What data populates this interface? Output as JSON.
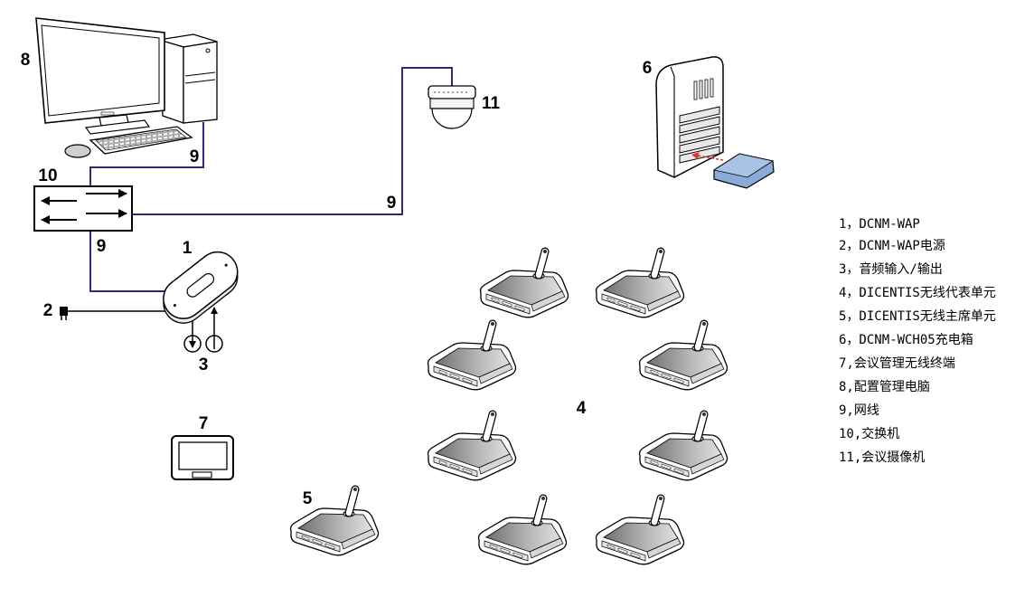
{
  "callouts": {
    "wap": "1",
    "wap_power": "2",
    "audio_io": "3",
    "delegate_units": "4",
    "chairman_unit": "5",
    "charger": "6",
    "tablet": "7",
    "pc": "8",
    "switch": "10",
    "camera": "11"
  },
  "cable_labels": [
    "9",
    "9",
    "9"
  ],
  "legend": [
    "1，DCNM-WAP",
    "2，DCNM-WAP电源",
    "3，音频输入/输出",
    "4，DICENTIS无线代表单元",
    "5，DICENTIS无线主席单元",
    "6，DCNM-WCH05充电箱",
    "7,会议管理无线终端",
    "8,配置管理电脑",
    "9,网线",
    "10,交换机",
    "11,会议摄像机"
  ],
  "colors": {
    "cable": "#2e2a78",
    "battery": "#8aaad8",
    "insert_arrow": "#e03030"
  }
}
